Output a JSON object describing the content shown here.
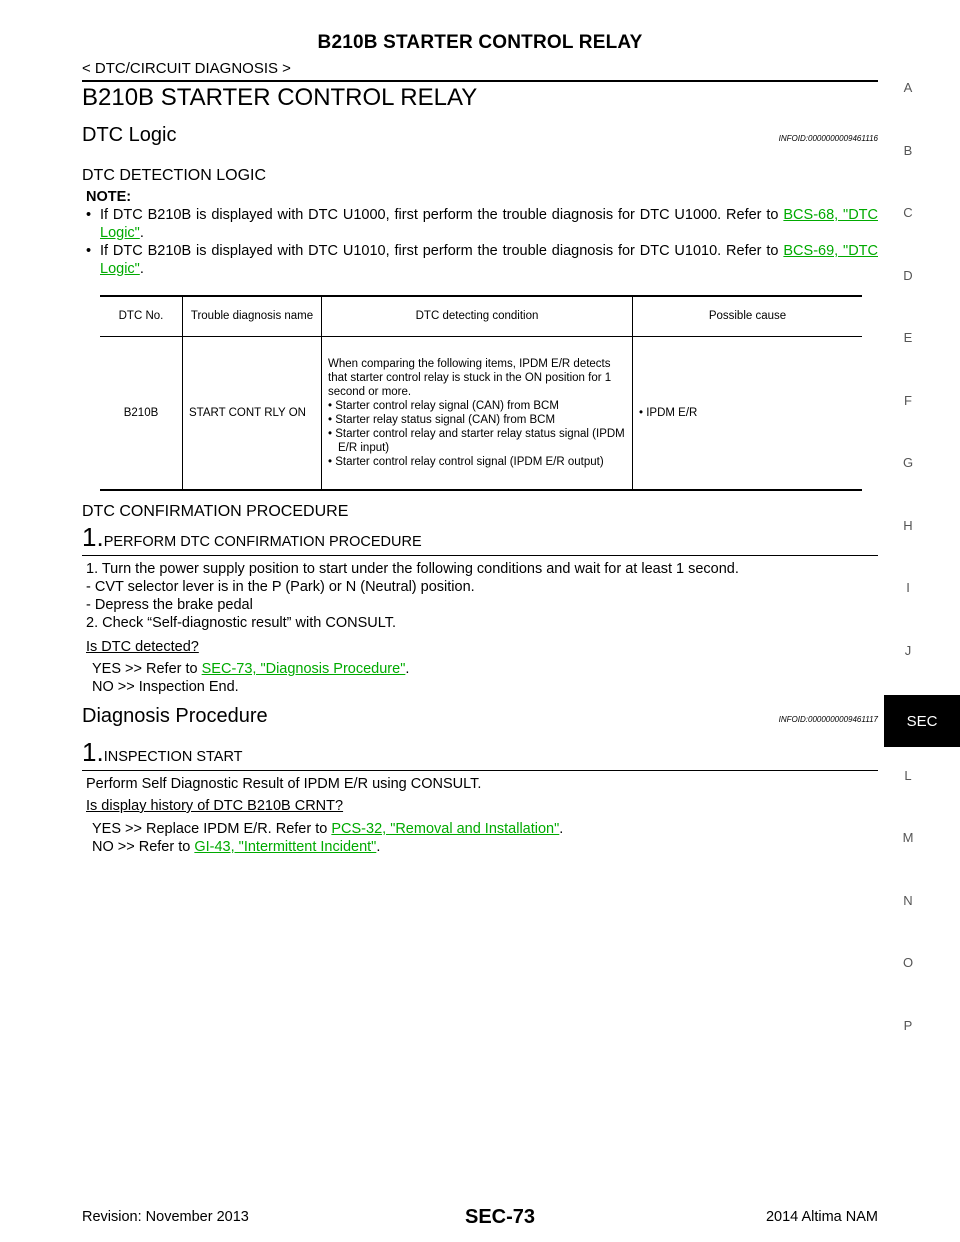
{
  "running_header": "B210B STARTER CONTROL RELAY",
  "breadcrumb": "< DTC/CIRCUIT DIAGNOSIS >",
  "page_title": "B210B STARTER CONTROL RELAY",
  "dtc_logic": {
    "heading": "DTC Logic",
    "infoid": "INFOID:0000000009461116",
    "detection_heading": "DTC DETECTION LOGIC",
    "note_label": "NOTE:",
    "notes": [
      {
        "text": "If DTC B210B is displayed with DTC U1000, first perform the trouble diagnosis for DTC U1000. Refer to",
        "link": "BCS-68, \"DTC Logic\"",
        "end": "."
      },
      {
        "text": "If DTC B210B is displayed with DTC U1010, first perform the trouble diagnosis for DTC U1010. Refer to",
        "link": "BCS-69, \"DTC Logic\"",
        "end": "."
      }
    ],
    "table": {
      "headers": [
        "DTC No.",
        "Trouble diagnosis name",
        "DTC detecting condition",
        "Possible cause"
      ],
      "row": {
        "dtc_no": "B210B",
        "name": "START CONT RLY ON",
        "condition_intro": "When comparing the following items, IPDM E/R detects that starter control relay is stuck in the ON position for 1 second or more.",
        "condition_items": [
          "Starter control relay signal (CAN) from BCM",
          "Starter relay status signal (CAN) from BCM",
          "Starter control relay and starter relay status signal (IPDM E/R input)",
          "Starter control relay control signal (IPDM E/R output)"
        ],
        "possible_cause": "IPDM E/R"
      }
    }
  },
  "confirmation": {
    "heading": "DTC CONFIRMATION PROCEDURE",
    "step_number": "1.",
    "step_title": "PERFORM DTC CONFIRMATION PROCEDURE",
    "lines": [
      "1. Turn the power supply position to start under the following conditions and wait for at least 1 second.",
      "- CVT selector lever is in the P (Park) or N (Neutral) position.",
      "- Depress the brake pedal",
      "2. Check “Self-diagnostic result” with CONSULT."
    ],
    "question": "Is DTC detected?",
    "yes_prefix": "YES >> Refer to ",
    "yes_link": "SEC-73, \"Diagnosis Procedure\"",
    "yes_end": ".",
    "no_text": "NO >> Inspection End."
  },
  "diagnosis": {
    "heading": "Diagnosis Procedure",
    "infoid": "INFOID:0000000009461117",
    "step_number": "1.",
    "step_title": "INSPECTION START",
    "line": "Perform Self Diagnostic Result of IPDM E/R using CONSULT.",
    "question": "Is display history of DTC B210B CRNT?",
    "yes_prefix": "YES >> Replace IPDM E/R. Refer to ",
    "yes_link": "PCS-32, \"Removal and Installation\"",
    "yes_end": ".",
    "no_prefix": "NO >> Refer to ",
    "no_link": "GI-43, \"Intermittent Incident\"",
    "no_end": "."
  },
  "side_index": {
    "letters": [
      "A",
      "B",
      "C",
      "D",
      "E",
      "F",
      "G",
      "H",
      "I",
      "J",
      "SEC",
      "L",
      "M",
      "N",
      "O",
      "P"
    ],
    "active": "SEC"
  },
  "footer": {
    "revision": "Revision: November 2013",
    "page_number": "SEC-73",
    "model": "2014 Altima NAM"
  },
  "colors": {
    "link": "#00aa00",
    "text": "#000000",
    "tab_active_bg": "#000000"
  }
}
